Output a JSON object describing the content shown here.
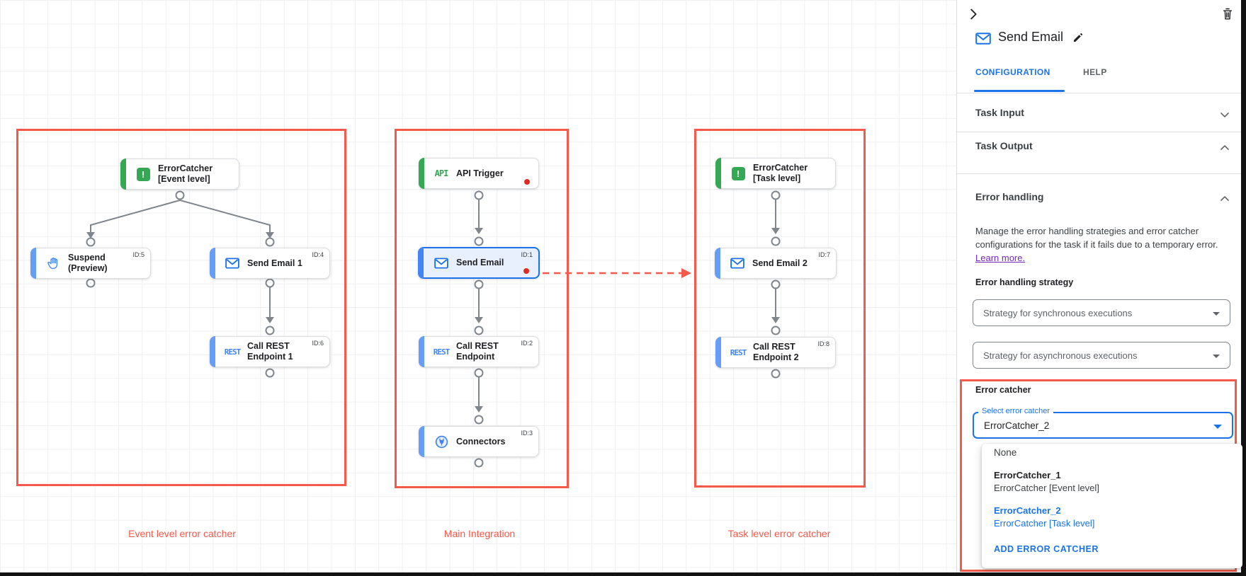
{
  "colors": {
    "annotation_red": "#f4594b",
    "green": "#34a853",
    "blue": "#1a73e8",
    "bar_blue": "#669df6",
    "link_purple": "#7627bb"
  },
  "canvas": {
    "groups": [
      {
        "label": "Event level error catcher"
      },
      {
        "label": "Main Integration"
      },
      {
        "label": "Task level error catcher"
      }
    ],
    "icon_text": {
      "api": "API",
      "rest": "REST"
    },
    "nodes": {
      "ec_event": {
        "title": "ErrorCatcher\n[Event level]"
      },
      "suspend": {
        "title": "Suspend\n(Preview)",
        "id": "ID:5"
      },
      "send1": {
        "title": "Send Email 1",
        "id": "ID:4"
      },
      "rest1": {
        "title": "Call REST\nEndpoint 1",
        "id": "ID:6"
      },
      "api": {
        "title": "API Trigger"
      },
      "send": {
        "title": "Send Email",
        "id": "ID:1"
      },
      "rest": {
        "title": "Call REST\nEndpoint",
        "id": "ID:2"
      },
      "connectors": {
        "title": "Connectors",
        "id": "ID:3"
      },
      "ec_task": {
        "title": "ErrorCatcher\n[Task level]"
      },
      "send2": {
        "title": "Send Email 2",
        "id": "ID:7"
      },
      "rest2": {
        "title": "Call REST\nEndpoint 2",
        "id": "ID:8"
      }
    }
  },
  "panel": {
    "title": "Send Email",
    "tabs": {
      "configuration": "CONFIGURATION",
      "help": "HELP"
    },
    "sections": {
      "task_input": "Task Input",
      "task_output": "Task Output",
      "error_handling": "Error handling"
    },
    "error_handling": {
      "description": "Manage the error handling strategies and error catcher configurations for the task if it fails due to a temporary error. ",
      "learn_more": "Learn more.",
      "strategy_label": "Error handling strategy",
      "sync_placeholder": "Strategy for synchronous executions",
      "async_placeholder": "Strategy for asynchronous executions",
      "error_catcher_label": "Error catcher",
      "select_label": "Select error catcher",
      "select_value": "ErrorCatcher_2",
      "menu": {
        "none": "None",
        "ec1_title": "ErrorCatcher_1",
        "ec1_sub": "ErrorCatcher [Event level]",
        "ec2_title": "ErrorCatcher_2",
        "ec2_sub": "ErrorCatcher [Task level]",
        "add": "ADD ERROR CATCHER"
      }
    }
  }
}
